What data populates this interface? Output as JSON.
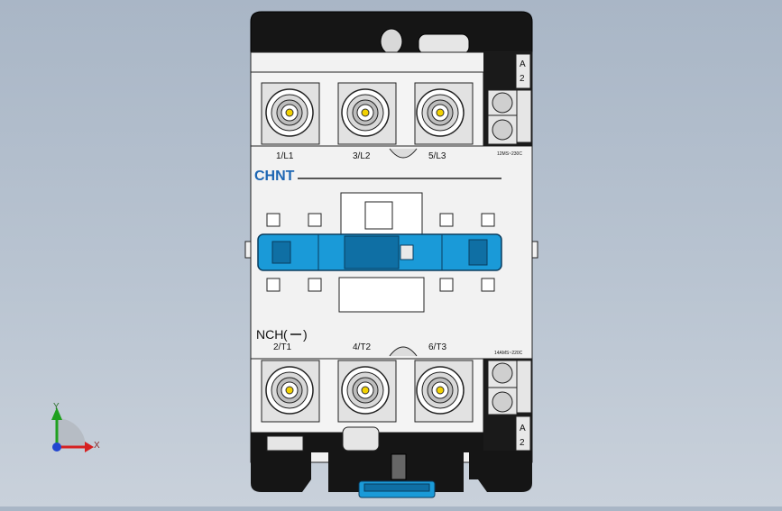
{
  "model": {
    "brand": "CHNT",
    "series": "NCH",
    "nc_symbol": "—",
    "top_terminals": [
      "1/L1",
      "3/L2",
      "5/L3"
    ],
    "bottom_terminals": [
      "2/T1",
      "4/T2",
      "6/T3"
    ],
    "coil_top_letter_a": "A",
    "coil_top_letter_n": "2",
    "coil_bottom_letter_a": "A",
    "coil_bottom_letter_n": "2",
    "coil_rating_top": "12MS~230C",
    "coil_rating_bottom": "14AMS~220C"
  },
  "triad": {
    "y_label": "Y",
    "x_label": "X"
  },
  "colors": {
    "body": "#f2f2f2",
    "housing": "#151515",
    "armature": "#1a9ad8",
    "armature_dark": "#0f6fa4",
    "background_top": "#a9b6c6",
    "background_bottom": "#c9d1db"
  }
}
